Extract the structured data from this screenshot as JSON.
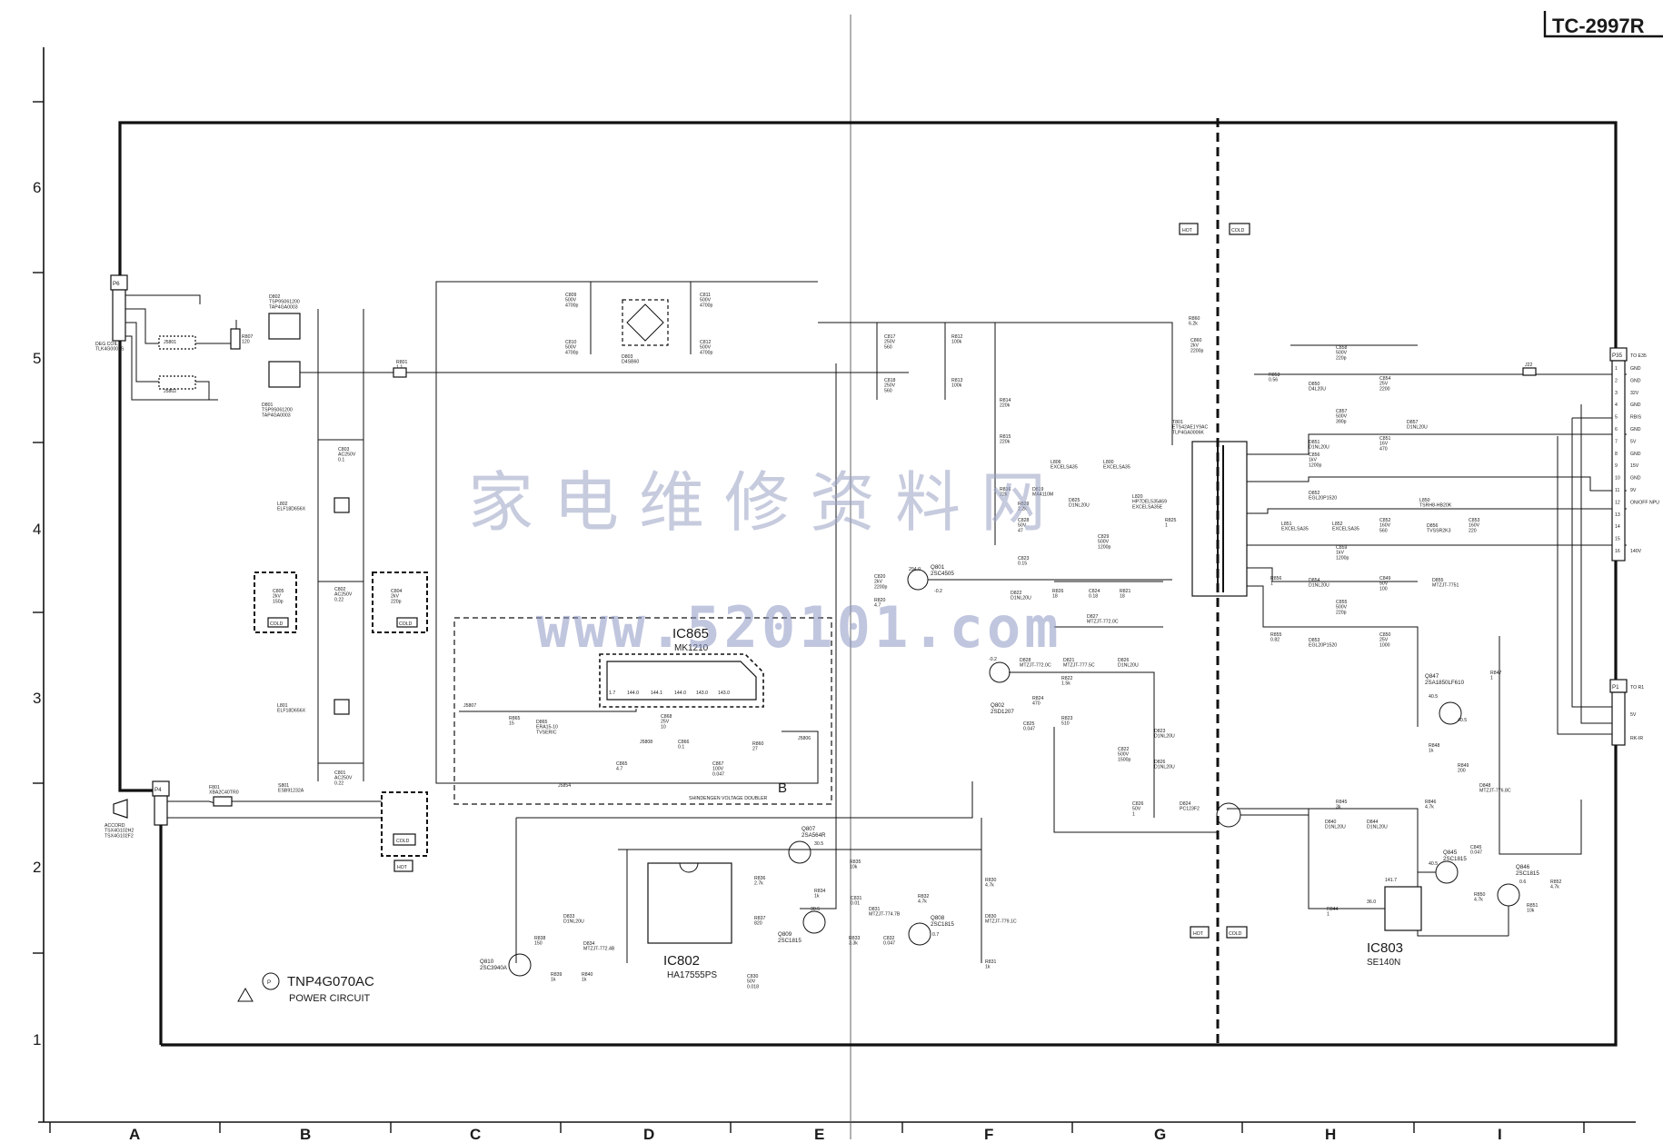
{
  "title": "TC-2997R",
  "board": {
    "part_number": "TNP4G070AC",
    "name": "POWER CIRCUIT",
    "p_mark": "P"
  },
  "watermark": {
    "chinese": "家电维修资料网",
    "url": "www.520101.com"
  },
  "grid": {
    "columns": [
      "A",
      "B",
      "C",
      "D",
      "E",
      "F",
      "G",
      "H",
      "I"
    ],
    "rows": [
      "6",
      "5",
      "4",
      "3",
      "2",
      "1"
    ]
  },
  "zones": {
    "hot": "HOT",
    "cold": "COLD"
  },
  "connectors": {
    "p6": "P6",
    "p4": "P4",
    "p35": "P35",
    "p1": "P1",
    "p35_to": "TO E35",
    "p1_to": "TO R1",
    "p35_pins": [
      "GND",
      "GND",
      "32V",
      "GND",
      "RBIS",
      "GND",
      "5V",
      "GND",
      "15V",
      "GND",
      "9V",
      "ON/OFF NPU",
      "",
      "",
      "",
      "140V"
    ],
    "p1_pins": [
      "5V",
      "",
      "RK-IR"
    ]
  },
  "ics": {
    "ic865": {
      "ref": "IC865",
      "part": "MK1210",
      "pins": [
        "1.7",
        "144.0",
        "144.1",
        "144.0",
        "143.0",
        "143.0"
      ]
    },
    "ic802": {
      "ref": "IC802",
      "part": "HA17555PS"
    },
    "ic803": {
      "ref": "IC803",
      "part": "SE140N"
    },
    "block_b": "B",
    "voltage_doubler": "SHINDENGEN VOLTAGE DOUBLER"
  },
  "components": {
    "deg_coil": "DEG COIL\nTLK4G0007S",
    "accord": "ACCORD\nTSX4G102H2\nTSX4G102F2",
    "f801": "F801\nXBA2C40TR0",
    "s801": "S801\nESB91232A",
    "l802": "L802\nELF18D656X",
    "l801": "L801\nELF18D656X",
    "c803": "C803\nAC250V\n0.1",
    "c802": "C802\nAC250V\n0.22",
    "c801": "C801\nAC250V\n0.22",
    "c805": "C805\n2kV\n150p",
    "c804": "C804\n2kV\n220p",
    "d802": "D802\nTSP9S061200\nTAP4GA0003",
    "d801": "D801\nTSP9S061200\nTAP4GA0003",
    "r807": "R807\n120",
    "r801": "R801\n1.1",
    "d803": "D803\nD4SB60",
    "c809": "C809\n500V\n4700p",
    "c810": "C810\n500V\n4700p",
    "c811": "C811\n500V\n4700p",
    "c812": "C812\n500V\n4700p",
    "c817": "C817\n250V\n560",
    "c818": "C818\n250V\n560",
    "r812": "R812\n100k",
    "r813": "R813\n100k",
    "r814": "R814\n220k",
    "r815": "R815\n220k",
    "r816": "R816\n22k",
    "q801": "Q801\n2SC4505",
    "q802": "Q802\n2SD1207",
    "c820": "C820\n2kV\n2200p",
    "r820": "R820\n4.7",
    "d819": "D819\nMA4110M",
    "t801": "T801\nETS42AE1Y9AC\nTLP4GA0006K",
    "r860": "R860\n6.2k",
    "c860": "C860\n2kV\n2200p",
    "l806": "L806\nEXCELSA35",
    "l800": "L800\nEXCELSA35",
    "d825": "D825\nD1NL20U",
    "l820": "L820\nHP7DEL535A59\nEXCELSA35E",
    "r825": "R825\n1",
    "c829": "C829\n500V\n1200p",
    "c828": "C828\n50V\n47",
    "r829": "R829\n2.2k",
    "c823": "C823\n0.15",
    "d822": "D822\nD1NL20U",
    "r826": "R826\n18",
    "c824": "C824\n0.18",
    "r821": "R821\n18",
    "d827": "D827\nMTZJT-772.0C",
    "d828": "D828\nMTZJT-772.0C",
    "d821": "D821\nMTZJT-777.5C",
    "d826": "D826\nD1NL20U",
    "r822": "R822\n1.5k",
    "r823": "R823\n510",
    "r824": "R824\n470",
    "c825": "C825\n0.047",
    "d823": "D823\nD1NL20U",
    "d824": "D824\nPC123F2",
    "c822": "C822\n500V\n1500p",
    "c826": "C826\n50V\n1",
    "d850": "D850\nD4L20U",
    "c858": "C858\n500V\n220p",
    "r853": "R853\n0.56",
    "c854": "C854\n25V\n2200",
    "d857": "D857\nD1NL20U",
    "d851": "D851\nD1NL20U",
    "c857": "C857\n500V\n390p",
    "c851": "C851\n16V\n470",
    "c856": "C856\n1kV\n1200p",
    "d852": "D852\nEGL20P1520",
    "l850": "L850\nTSRH8-HB20K",
    "l851": "L851\nEXCELSA35",
    "l852": "L852\nEXCELSA35",
    "c852": "C852\n160V\n560",
    "d856": "D856\nTVSSR2K3",
    "c853": "C853\n160V\n220",
    "r856": "R856\n1",
    "d854": "D854\nD1NL20U",
    "c859": "C859\n1kV\n1200p",
    "c849": "C849\n50V\n100",
    "d855": "D855\nMTZJT-7751",
    "r855": "R855\n0.82",
    "d853": "D853\nEGL20P1520",
    "c855": "C855\n500V\n220p",
    "c850": "C850\n25V\n1000",
    "q847": "Q847\n2SA1850LF610",
    "r847": "R847\n1",
    "r848": "R848\n1k",
    "r849": "R849\n200",
    "r846": "R846\n4.7k",
    "d848": "D848\nMTZJT-776.8C",
    "r845": "R845\n3k",
    "d840": "D840\nD1NL20U",
    "d844": "D844\nD1NL20U",
    "q845": "Q845\n2SC1815",
    "c845": "C845\n0.047",
    "q846": "Q846\n2SC1815",
    "r852": "R852\n4.7k",
    "r850": "R850\n4.7k",
    "r851": "R851\n10k",
    "r844": "R844\n1",
    "j22": "J22",
    "q807": "Q807\n2SA564R",
    "q808": "Q808\n2SC1815",
    "q809": "Q809\n2SC1815",
    "q810": "Q810\n2SC3940A",
    "r835": "R835\n10k",
    "r834": "R834\n1k",
    "r836": "R836\n2.7k",
    "r837": "R837\n820",
    "c831": "C831\n0.01",
    "d831": "D831\nMTZJT-774.7B",
    "r832": "R832\n4.7k",
    "r833": "R833\n3.3k",
    "c832": "C832\n0.047",
    "r830": "R830\n4.7k",
    "d830": "D830\nMTZJT-779.1C",
    "r831": "R831\n1k",
    "d833": "D833\nD1NL20U",
    "r838": "R838\n150",
    "d834": "D834\nMTZJT-772.4B",
    "r839": "R839\n1k",
    "r840": "R840\n1k",
    "c830": "C830\n50V\n0.018",
    "d865": "D865\nERA15-10\nTVSERIC",
    "r865": "R865\n15",
    "r860b": "R860\n27",
    "c865": "C865\n4.7",
    "c866": "C866\n0.1",
    "c867": "C867\n100V\n0.047",
    "c868": "C868\n25V\n10",
    "j5801": "J5801",
    "j5802": "J5802",
    "j5807": "J5807",
    "j5808": "J5808",
    "j5806": "J5806",
    "j5854": "J5854"
  },
  "voltages": {
    "q801_c": "294.0",
    "q801_e": "-0.2",
    "q802_b": "-0.2",
    "q807_e": "30.5",
    "q809_c": "30.5",
    "q808_c": "0.7",
    "ic803_pin": "141.7",
    "ic803_pin2": "36.0",
    "q847_b": "40.5",
    "q847_e": "40.5",
    "q845_b": "40.5",
    "q846_c": "0.6",
    "q847_top": "8.5"
  }
}
